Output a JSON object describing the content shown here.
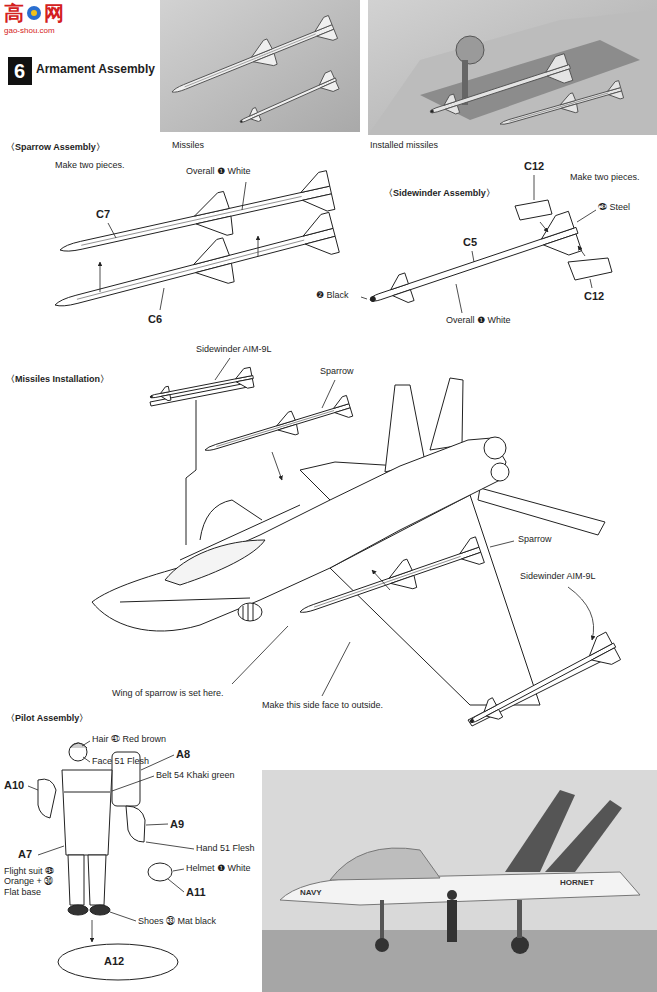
{
  "diagram": {
    "title": "Armament Assembly",
    "nodes": [
      {
        "text": [
          "6"
        ]
      }
    ],
    "labels": [
      "高",
      "网",
      "gao-shou.com",
      "Missiles",
      "Installed missiles",
      "〈Sparrow Assembly〉",
      "Make two pieces.",
      "Overall ❶ White",
      "C7",
      "C6",
      "〈Sidewinder Assembly〉",
      "C12",
      "Make two pieces.",
      "㉘ Steel",
      "C5",
      "❷ Black",
      "Overall ❶ White",
      "C12",
      "〈Missiles Installation〉",
      "Sidewinder AIM-9L",
      "Sparrow",
      "Sparrow",
      "Sidewinder AIM-9L",
      "Wing of sparrow is set here.",
      "Make this side face to outside.",
      "〈Pilot Assembly〉",
      "A8",
      "Hair ㊶ Red brown",
      "Face 51 Flesh",
      "Belt 54 Khaki green",
      "A10",
      "A9",
      "Hand 51 Flesh",
      "Helmet ❶ White",
      "A7",
      "Flight suit ㊾ Orange + ㉚ Flat base",
      "A11",
      "Shoes ㉝ Mat black",
      "A12",
      "HORNET",
      "NAVY"
    ]
  }
}
